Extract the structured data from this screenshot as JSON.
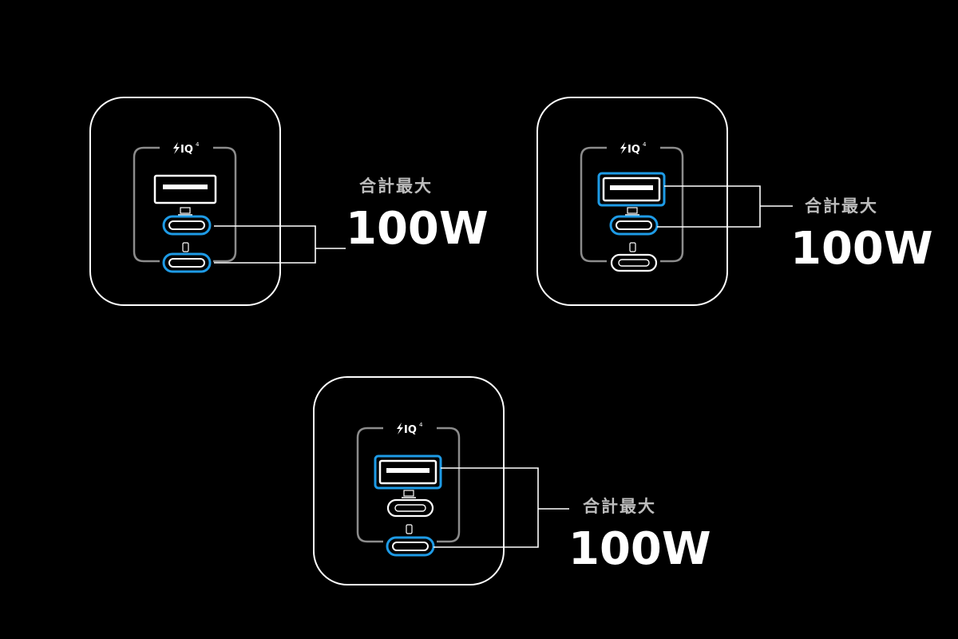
{
  "colors": {
    "background": "#000000",
    "outline": "#ffffff",
    "inner_frame": "#8c8c8c",
    "active_port": "#1e9be6",
    "label": "#bdbdbd",
    "value": "#ffffff"
  },
  "brand": {
    "icon": "lightning-bolt-icon",
    "name": "IQ",
    "superscript": "4"
  },
  "diagrams": [
    {
      "caption": "合計最大",
      "value": "100W",
      "ports": [
        {
          "type": "usb-a",
          "active": false
        },
        {
          "type": "usb-c",
          "icon": "laptop-icon",
          "active": true
        },
        {
          "type": "usb-c",
          "icon": "phone-icon",
          "active": true
        }
      ]
    },
    {
      "caption": "合計最大",
      "value": "100W",
      "ports": [
        {
          "type": "usb-a",
          "active": true
        },
        {
          "type": "usb-c",
          "icon": "laptop-icon",
          "active": true
        },
        {
          "type": "usb-c",
          "icon": "phone-icon",
          "active": false
        }
      ]
    },
    {
      "caption": "合計最大",
      "value": "100W",
      "ports": [
        {
          "type": "usb-a",
          "active": true
        },
        {
          "type": "usb-c",
          "icon": "laptop-icon",
          "active": false
        },
        {
          "type": "usb-c",
          "icon": "phone-icon",
          "active": true
        }
      ]
    }
  ]
}
